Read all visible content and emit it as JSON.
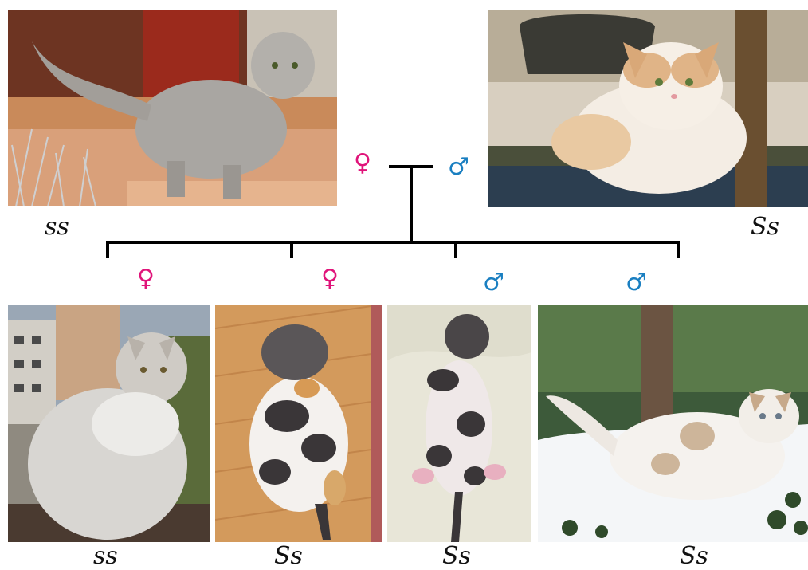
{
  "symbols": {
    "female": "♀",
    "male": "♂"
  },
  "colors": {
    "female": "#e0147a",
    "male": "#1a7fc1",
    "lines": "#000000"
  },
  "parents": {
    "mother": {
      "genotype": "ss",
      "photo": "long-haired silver tabby cat on steps"
    },
    "father": {
      "genotype": "Ss",
      "photo": "cream and white long-haired cat on chair"
    }
  },
  "offspring": [
    {
      "sex": "female",
      "genotype": "ss",
      "photo": "grey long-haired cat on railing"
    },
    {
      "sex": "female",
      "genotype": "Ss",
      "photo": "calico kitten on wooden floor"
    },
    {
      "sex": "male",
      "genotype": "Ss",
      "photo": "newborn black and white kitten"
    },
    {
      "sex": "male",
      "genotype": "Ss",
      "photo": "white and cream cat in snow"
    }
  ]
}
